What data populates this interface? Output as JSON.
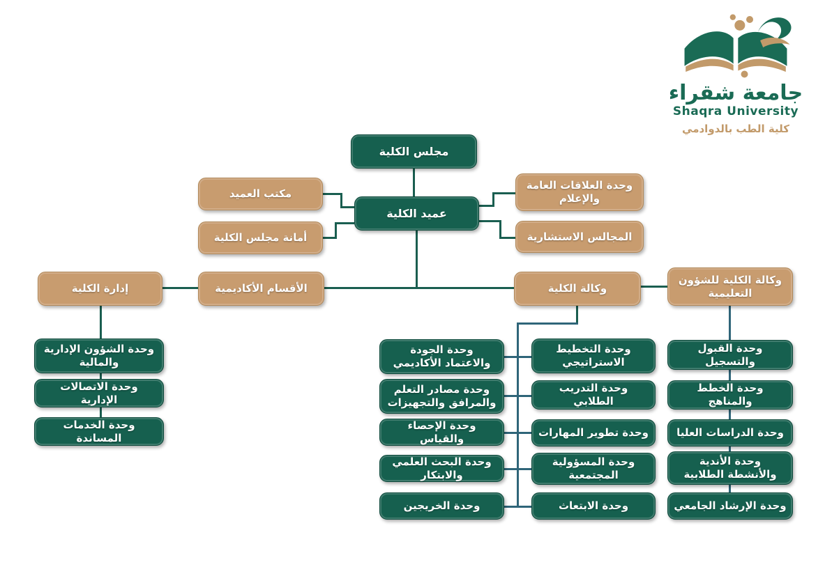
{
  "logo": {
    "arabic_name": "جامعة شقراء",
    "english_name": "Shaqra University",
    "college_name": "كلية الطب بالدوادمي"
  },
  "colors": {
    "box_green": "#16604F",
    "box_tan": "#C89C6F",
    "line_green": "#1A5E50",
    "line_teal": "#2F6579",
    "logo_green": "#1A6B55",
    "logo_tan": "#C29A6A"
  },
  "org": {
    "council": "مجلس الكلية",
    "dean": "عميد الكلية",
    "dean_office": "مكتب العميد",
    "council_secretariat": "أمانة  مجلس الكلية",
    "pr_media_unit": "وحدة العلاقات العامة والإعلام",
    "advisory_councils": "المجالس الاستشارية",
    "college_admin": "إدارة الكلية",
    "academic_departments": "الأقسام الأكاديمية",
    "vice_deanship": "وكالة الكلية",
    "vice_deanship_educational": "وكالة الكلية للشؤون التعليمية",
    "admin_units": [
      "وحدة الشؤون الإدارية والمالية",
      "وحدة الاتصالات الإدارية",
      "وحدة الخدمات المساندة"
    ],
    "vice_deanship_left_units": [
      "وحدة الجودة والاعتماد الأكاديمي",
      "وحدة مصادر التعلم والمرافق والتجهيزات",
      "وحدة الإحصاء والقياس",
      "وحدة البحث العلمي والابتكار",
      "وحدة الخريجين"
    ],
    "vice_deanship_right_units": [
      "وحدة التخطيط الاستراتيجي",
      "وحدة التدريب الطلابي",
      "وحدة تطوير المهارات",
      "وحدة المسؤولية المجتمعية",
      "وحدة الابتعاث"
    ],
    "educational_units": [
      "وحدة القبول والتسجيل",
      "وحدة الخطط والمناهج",
      "وحدة الدراسات العليا",
      "وحدة الأندية والأنشطة الطلابية",
      "وحدة الإرشاد الجامعي"
    ]
  }
}
